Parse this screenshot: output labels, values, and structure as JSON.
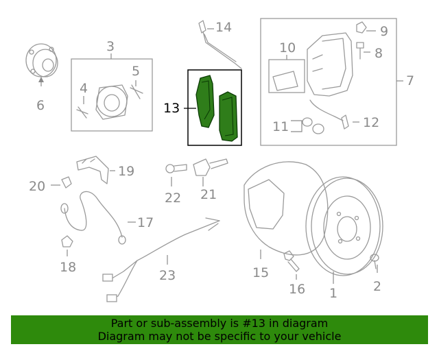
{
  "callouts": {
    "c1": "1",
    "c2": "2",
    "c3": "3",
    "c4": "4",
    "c5": "5",
    "c6": "6",
    "c7": "7",
    "c8": "8",
    "c9": "9",
    "c10": "10",
    "c11": "11",
    "c12": "12",
    "c13": "13",
    "c14": "14",
    "c15": "15",
    "c16": "16",
    "c17": "17",
    "c18": "18",
    "c19": "19",
    "c20": "20",
    "c21": "21",
    "c22": "22",
    "c23": "23"
  },
  "highlighted_part": "13",
  "colors": {
    "highlight": "#2e8a0c",
    "part_gray": "#9a9a9a",
    "pad_green": "#2f7d1a"
  },
  "banner": {
    "line1": "Part or sub-assembly is #13 in diagram",
    "line2": "Diagram may not be specific to your vehicle"
  }
}
